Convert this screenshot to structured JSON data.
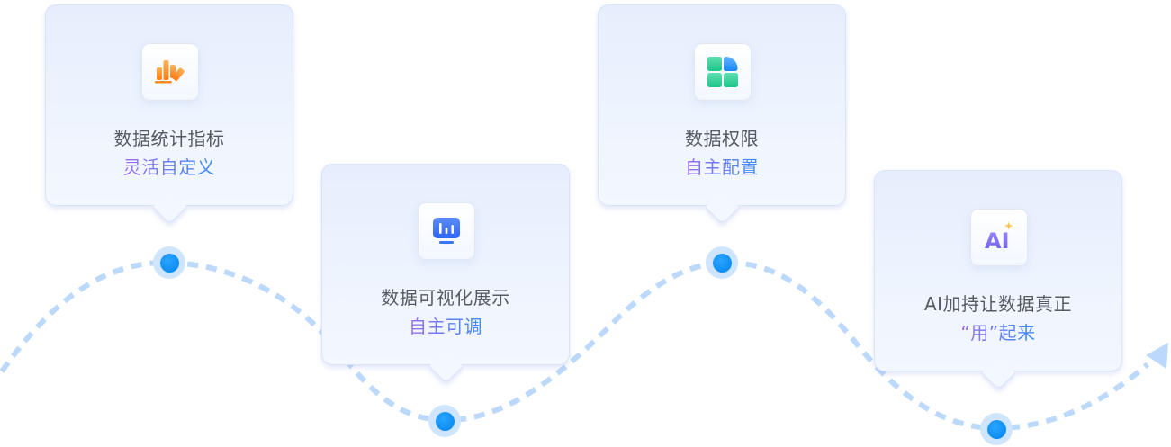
{
  "diagram": {
    "type": "timeline-path",
    "colors": {
      "path": "#bcd9fb",
      "node_outer": "#cfe4fd",
      "node_inner": "#1592f7",
      "title_text": "#555a63",
      "subtitle_gradient_start": "#9b6cf0",
      "subtitle_gradient_end": "#3b8df7"
    },
    "steps": [
      {
        "icon": "bar-chart-pencil-icon",
        "icon_color": "#ff8a1f",
        "title": "数据统计指标",
        "subtitle": "灵活自定义"
      },
      {
        "icon": "monitor-chart-icon",
        "icon_color": "#3c74f6",
        "title": "数据可视化展示",
        "subtitle": "自主可调"
      },
      {
        "icon": "grid-permission-icon",
        "icon_color": "#22c98f",
        "title": "数据权限",
        "subtitle": "自主配置"
      },
      {
        "icon": "ai-sparkle-icon",
        "icon_color": "#7a6cf2",
        "icon_text": "AI",
        "title": "AI加持让数据真正",
        "subtitle": "“用”起来"
      }
    ]
  }
}
